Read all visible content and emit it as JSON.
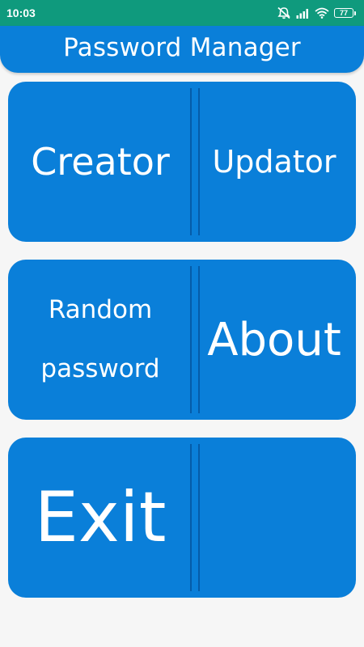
{
  "status_bar": {
    "time": "10:03",
    "icons": [
      "alarm-off-icon",
      "signal-icon",
      "wifi-icon",
      "battery-icon"
    ],
    "battery_level": "77",
    "color": "#0f9a7d"
  },
  "app_bar": {
    "title": "Password Manager",
    "color": "#0a7fd9"
  },
  "tiles": {
    "creator": "Creator",
    "updator": "Updator",
    "random_password_line1": "Random",
    "random_password_line2": "password",
    "about": "About",
    "exit": "Exit",
    "empty": ""
  },
  "colors": {
    "tile": "#0a7fd9",
    "background": "#f6f6f6",
    "text": "#ffffff"
  }
}
